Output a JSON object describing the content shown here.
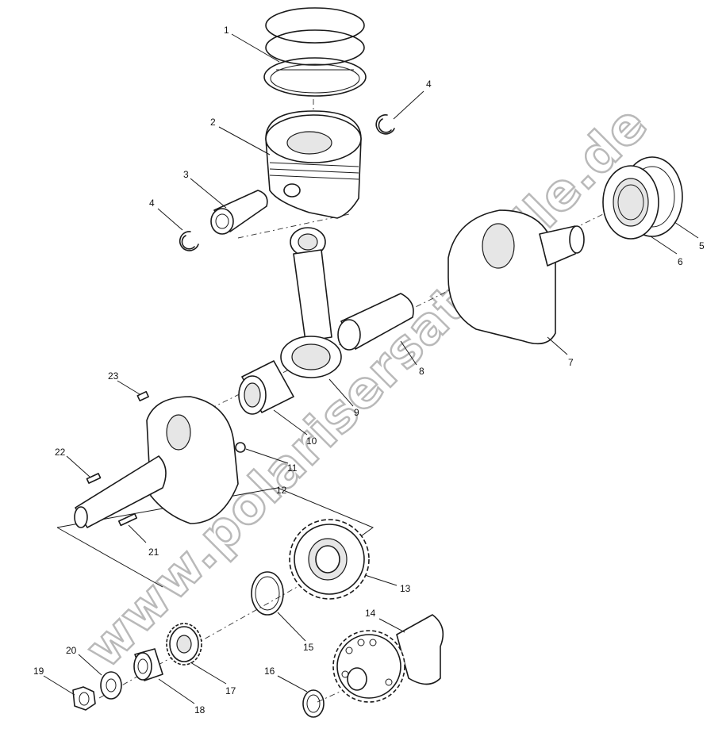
{
  "watermark": "www.polarisersatzteile.de",
  "callouts": [
    {
      "id": "1",
      "text": "1"
    },
    {
      "id": "2",
      "text": "2"
    },
    {
      "id": "3",
      "text": "3"
    },
    {
      "id": "4a",
      "text": "4"
    },
    {
      "id": "4b",
      "text": "4"
    },
    {
      "id": "5",
      "text": "5"
    },
    {
      "id": "6",
      "text": "6"
    },
    {
      "id": "7",
      "text": "7"
    },
    {
      "id": "8",
      "text": "8"
    },
    {
      "id": "9",
      "text": "9"
    },
    {
      "id": "10",
      "text": "10"
    },
    {
      "id": "11",
      "text": "11"
    },
    {
      "id": "12",
      "text": "12"
    },
    {
      "id": "13",
      "text": "13"
    },
    {
      "id": "14",
      "text": "14"
    },
    {
      "id": "15",
      "text": "15"
    },
    {
      "id": "16",
      "text": "16"
    },
    {
      "id": "17",
      "text": "17"
    },
    {
      "id": "18",
      "text": "18"
    },
    {
      "id": "19",
      "text": "19"
    },
    {
      "id": "20",
      "text": "20"
    },
    {
      "id": "21",
      "text": "21"
    },
    {
      "id": "22",
      "text": "22"
    },
    {
      "id": "23",
      "text": "23"
    }
  ]
}
